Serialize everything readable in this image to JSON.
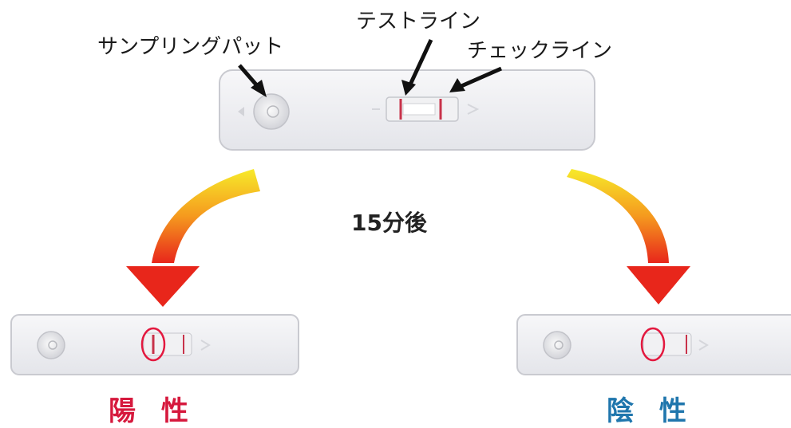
{
  "labels": {
    "sampling_pad": "サンプリングパット",
    "test_line": "テストライン",
    "check_line": "チェックライン",
    "time": "15分後",
    "positive": "陽 性",
    "negative": "陰 性"
  },
  "colors": {
    "positive": "#d6193d",
    "negative": "#1f76ad",
    "line_mark": "#c8324a",
    "arrow_top": "#f6e21a",
    "arrow_bottom": "#e8261b"
  }
}
